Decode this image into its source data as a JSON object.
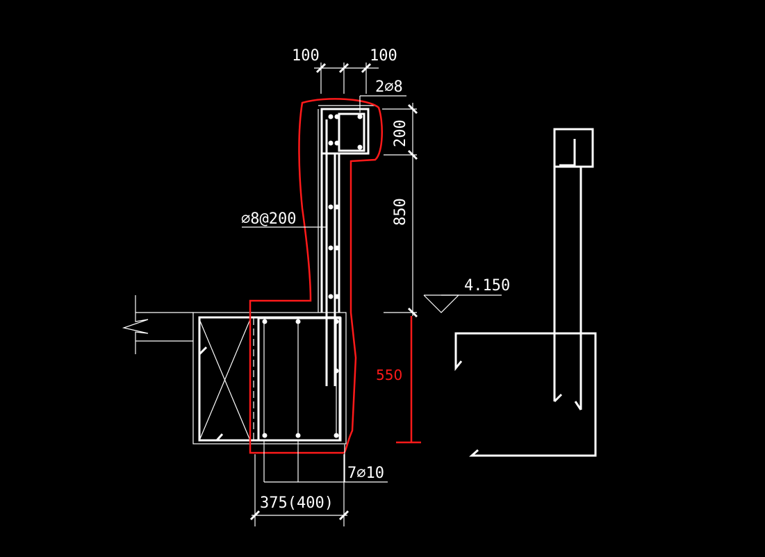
{
  "dims": {
    "top_left": "100",
    "top_right": "100",
    "top_bar": "2⌀8",
    "stirrup": "⌀8@200",
    "beam_h": "200",
    "wall_h": "850",
    "elevation": "4.150",
    "red_h": "550",
    "bottom_bar": "7⌀10",
    "width": "375(400)"
  },
  "colors": {
    "line": "#ffffff",
    "highlight": "#ff1a1a",
    "bg": "#000000"
  }
}
